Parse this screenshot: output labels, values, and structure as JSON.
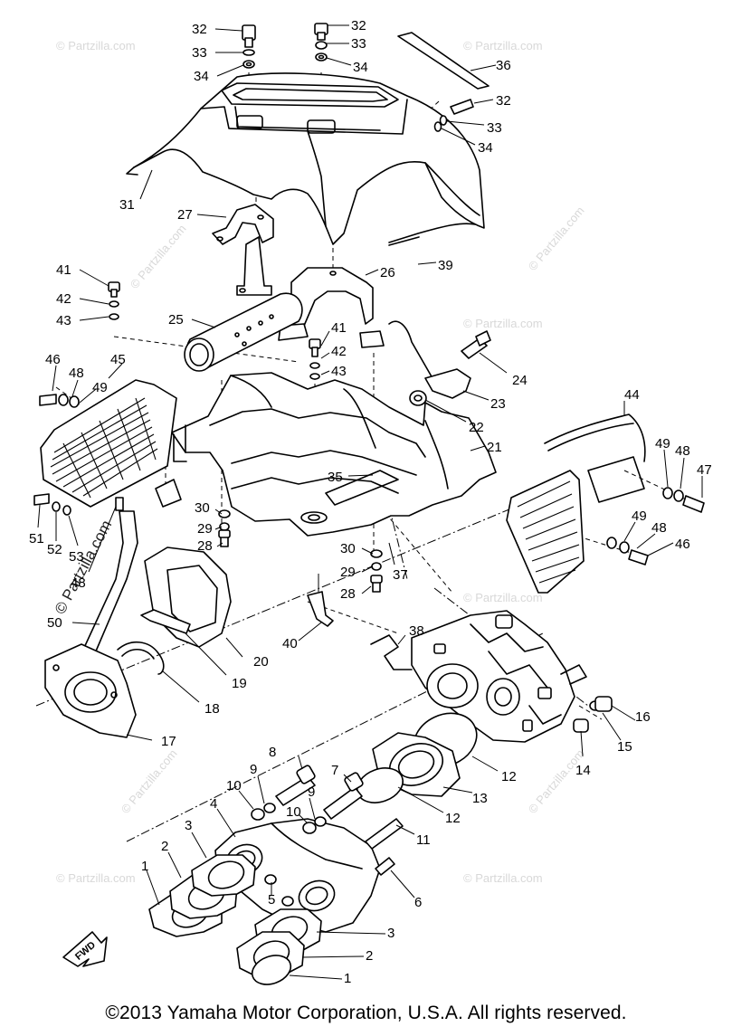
{
  "callouts": {
    "c1a": "1",
    "c1b": "1",
    "c2a": "2",
    "c2b": "2",
    "c3a": "3",
    "c3b": "3",
    "c4": "4",
    "c5": "5",
    "c6": "6",
    "c7": "7",
    "c8": "8",
    "c9a": "9",
    "c9b": "9",
    "c10a": "10",
    "c10b": "10",
    "c11": "11",
    "c12a": "12",
    "c12b": "12",
    "c13": "13",
    "c14": "14",
    "c15": "15",
    "c16": "16",
    "c17": "17",
    "c18": "18",
    "c19": "19",
    "c20": "20",
    "c21": "21",
    "c22": "22",
    "c23": "23",
    "c24": "24",
    "c25": "25",
    "c26": "26",
    "c27": "27",
    "c28a": "28",
    "c28b": "28",
    "c29a": "29",
    "c29b": "29",
    "c30a": "30",
    "c30b": "30",
    "c31": "31",
    "c32a": "32",
    "c32b": "32",
    "c32c": "32",
    "c33a": "33",
    "c33b": "33",
    "c33c": "33",
    "c34a": "34",
    "c34b": "34",
    "c34c": "34",
    "c35": "35",
    "c36": "36",
    "c37": "37",
    "c38": "38",
    "c39": "39",
    "c40": "40",
    "c41a": "41",
    "c41b": "41",
    "c42a": "42",
    "c42b": "42",
    "c43a": "43",
    "c43b": "43",
    "c44": "44",
    "c45": "45",
    "c46a": "46",
    "c46b": "46",
    "c47": "47",
    "c48a": "48",
    "c48b": "48",
    "c48c": "48",
    "c49a": "49",
    "c49b": "49",
    "c49c": "49",
    "c50": "50",
    "c51": "51",
    "c52": "52",
    "c53": "53"
  },
  "fwd_label": "FWD",
  "watermark": "© Partzilla.com",
  "watermark_dark": "© Partzilla.com",
  "copyright": "©2013  Yamaha Motor Corporation, U.S.A. All rights reserved."
}
